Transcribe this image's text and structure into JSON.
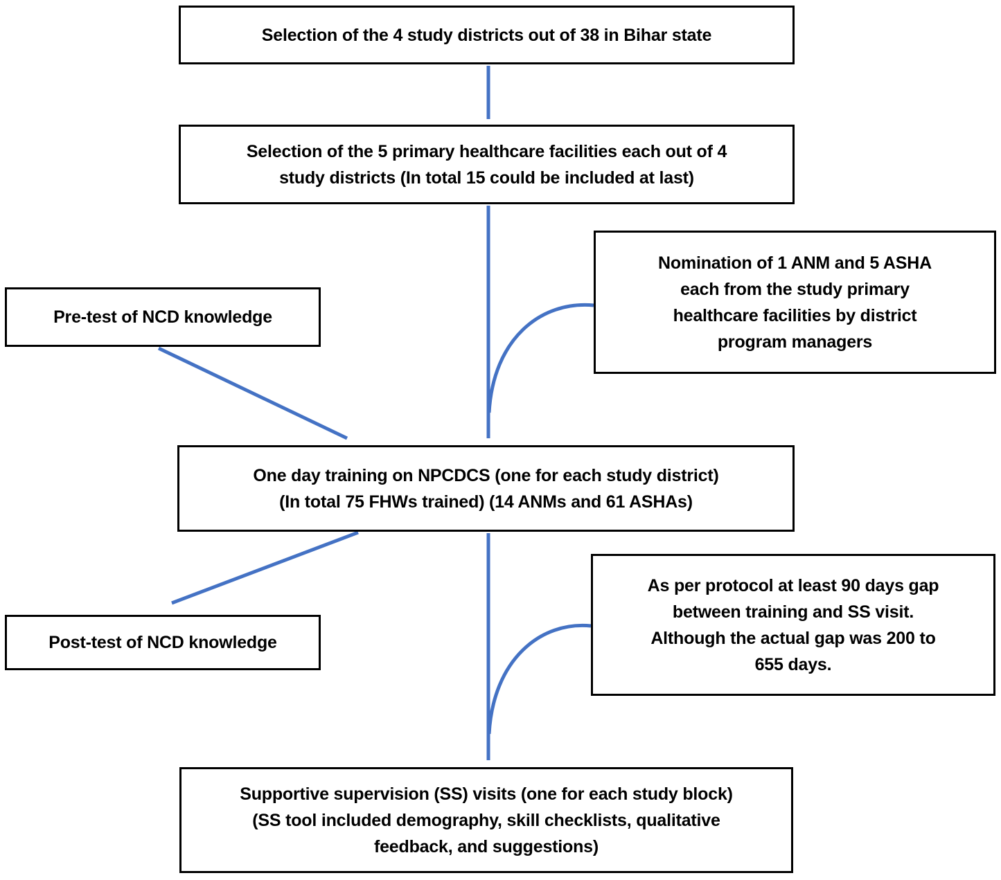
{
  "colors": {
    "arrow": "#4472C4",
    "box_border": "#000000",
    "text": "#000000",
    "background": "#FFFFFF"
  },
  "nodes": {
    "districts": {
      "lines": [
        "Selection of the 4 study districts out of 38 in Bihar state"
      ]
    },
    "facilities": {
      "lines": [
        "Selection of the 5 primary healthcare facilities each out of 4",
        "study districts (In total 15 could be included at last)"
      ]
    },
    "nomination": {
      "lines": [
        "Nomination of 1 ANM and 5 ASHA",
        "each from the study primary",
        "healthcare facilities  by district",
        "program managers"
      ]
    },
    "pretest": {
      "lines": [
        "Pre-test of NCD knowledge"
      ]
    },
    "training": {
      "lines": [
        "One day training on NPCDCS (one for each study district)",
        "(In total 75 FHWs trained) (14 ANMs and 61 ASHAs)"
      ]
    },
    "protocol": {
      "lines": [
        "As per protocol at least 90 days gap",
        "between training and SS visit.",
        "Although the actual gap was 200 to",
        "655 days."
      ]
    },
    "posttest": {
      "lines": [
        "Post-test of NCD knowledge"
      ]
    },
    "supervision": {
      "lines": [
        "Supportive supervision (SS) visits (one for each study block)",
        "(SS tool included demography, skill checklists, qualitative",
        "feedback, and suggestions)"
      ]
    }
  }
}
